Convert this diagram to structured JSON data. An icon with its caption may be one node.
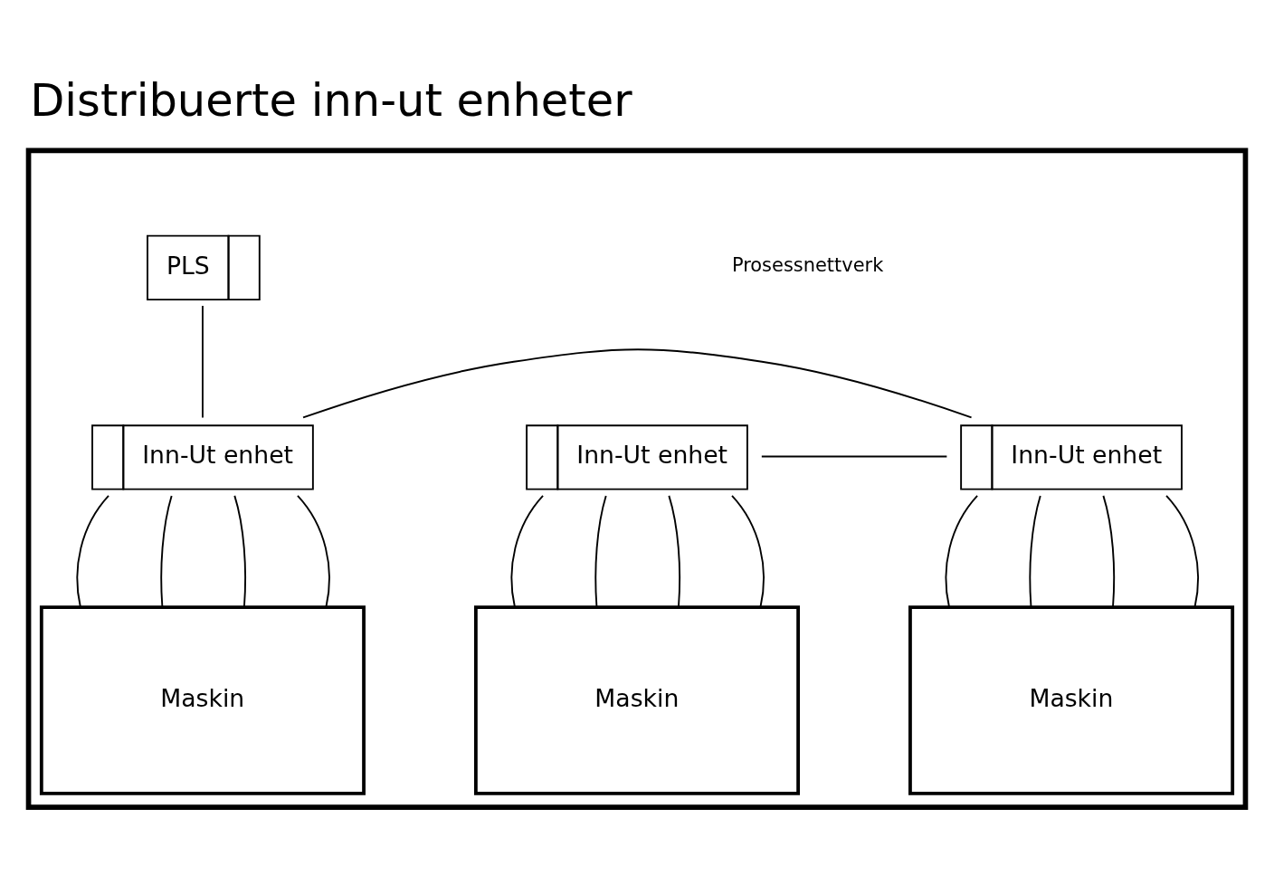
{
  "diagram": {
    "title": "Distribuerte inn-ut enheter",
    "nodes": [
      {
        "text": [],
        "shape": "building"
      },
      {
        "text": [
          "PLS"
        ],
        "in": 0
      },
      {
        "text": [
          "Inn-Ut enhet"
        ],
        "in": 0
      },
      {
        "text": [
          "Inn-Ut enhet"
        ],
        "in": 0
      },
      {
        "text": [
          "Inn-Ut enhet"
        ],
        "in": 0
      },
      {
        "text": [
          "Maskin"
        ],
        "in": 0
      },
      {
        "text": [
          "Maskin"
        ],
        "in": 0
      },
      {
        "text": [
          "Maskin"
        ],
        "in": 0
      }
    ],
    "edges": [
      {
        "from": 1,
        "to": 2,
        "arrow": "none"
      },
      {
        "from": 2,
        "to": 3,
        "arrow": "none"
      },
      {
        "from": 3,
        "to": 4,
        "arrow": "none"
      },
      {
        "from": 2,
        "to": 5,
        "arrow": "none"
      },
      {
        "from": 2,
        "to": 5,
        "arrow": "none"
      },
      {
        "from": 2,
        "to": 5,
        "arrow": "none"
      },
      {
        "from": 2,
        "to": 5,
        "arrow": "none"
      },
      {
        "from": 3,
        "to": 6,
        "arrow": "none"
      },
      {
        "from": 3,
        "to": 6,
        "arrow": "none"
      },
      {
        "from": 3,
        "to": 6,
        "arrow": "none"
      },
      {
        "from": 3,
        "to": 6,
        "arrow": "none"
      },
      {
        "from": 4,
        "to": 7,
        "arrow": "none"
      },
      {
        "from": 4,
        "to": 7,
        "arrow": "none"
      },
      {
        "from": 4,
        "to": 7,
        "arrow": "none"
      },
      {
        "from": 4,
        "to": 7,
        "arrow": "none"
      }
    ],
    "labels": [
      "Prosessnettverk"
    ]
  }
}
